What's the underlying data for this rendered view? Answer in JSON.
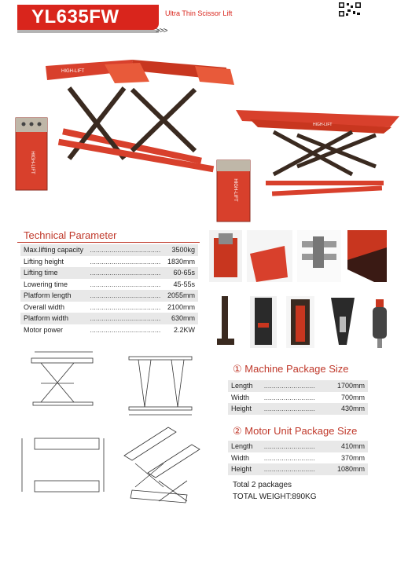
{
  "header": {
    "model": "YL635FW",
    "subtitle": "Ultra Thin Scissor Lift",
    "arrows": ">>>"
  },
  "tech": {
    "title": "Technical Parameter",
    "rows": [
      {
        "label": "Max.lifting capacity",
        "value": "3500kg"
      },
      {
        "label": "Lifting height",
        "value": "1830mm"
      },
      {
        "label": "Lifting time",
        "value": "60-65s"
      },
      {
        "label": "Lowering time",
        "value": "45-55s"
      },
      {
        "label": "Platform length",
        "value": "2055mm"
      },
      {
        "label": "Overall width",
        "value": "2100mm"
      },
      {
        "label": "Platform width",
        "value": "630mm"
      },
      {
        "label": "Motor power",
        "value": "2.2KW"
      }
    ]
  },
  "machine_package": {
    "title": "① Machine Package Size",
    "rows": [
      {
        "label": "Length",
        "value": "1700mm"
      },
      {
        "label": "Width",
        "value": "700mm"
      },
      {
        "label": "Height",
        "value": "430mm"
      }
    ]
  },
  "motor_package": {
    "title": "② Motor Unit Package Size",
    "rows": [
      {
        "label": "Length",
        "value": "410mm"
      },
      {
        "label": "Width",
        "value": "370mm"
      },
      {
        "label": "Height",
        "value": "1080mm"
      }
    ]
  },
  "totals": {
    "packages": "Total 2 packages",
    "weight": "TOTAL WEIGHT:890KG"
  },
  "brand_labels": {
    "lift_brand": "HIGH-LIFT",
    "cabinet_brand": "HIGH-LIFT"
  },
  "colors": {
    "accent_red": "#d9251c",
    "lift_red": "#d8402c",
    "dark_frame": "#3a2a20",
    "table_gray": "#e8e8e8"
  }
}
